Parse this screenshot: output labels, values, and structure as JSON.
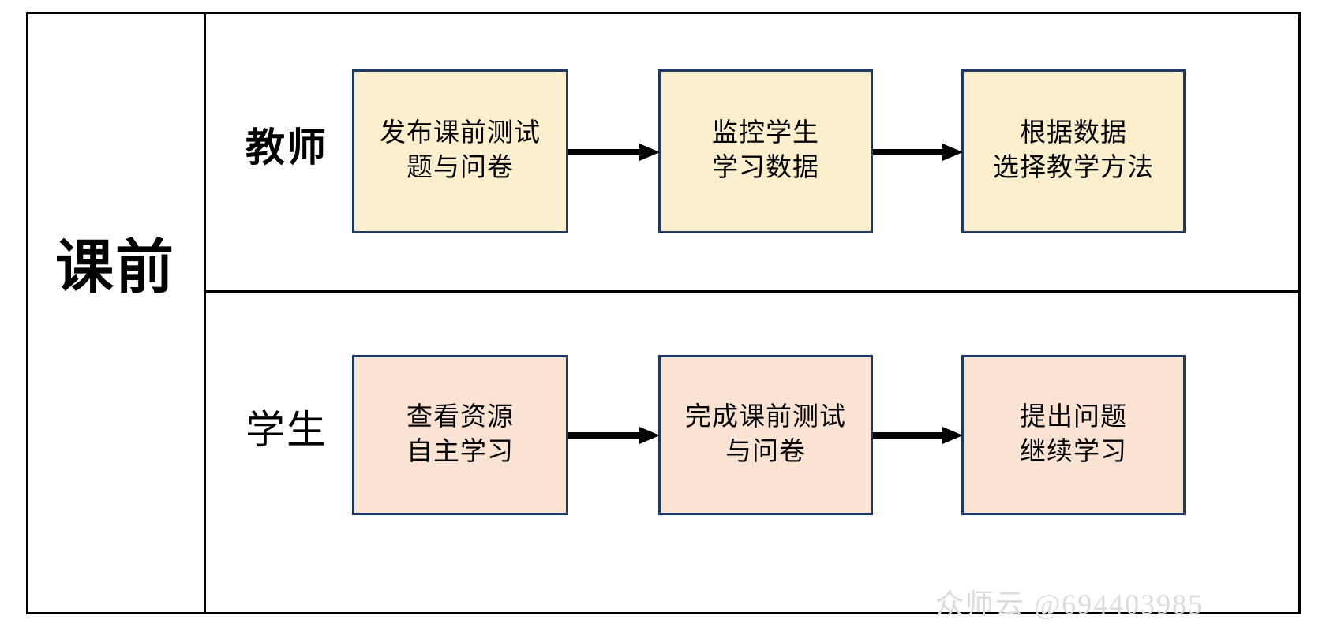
{
  "diagram": {
    "phase": {
      "label": "课前"
    },
    "lanes": [
      {
        "role": "教师",
        "role_style": "bold",
        "color": "#FCEFCD",
        "border_color": "#1F3864",
        "nodes": [
          {
            "text": "发布课前测试\n题与问卷"
          },
          {
            "text": "监控学生\n学习数据"
          },
          {
            "text": "根据数据\n选择教学方法"
          }
        ]
      },
      {
        "role": "学生",
        "role_style": "regular",
        "color": "#FAE3D3",
        "border_color": "#1F3864",
        "nodes": [
          {
            "text": "查看资源\n自主学习"
          },
          {
            "text": "完成课前测试\n与问卷"
          },
          {
            "text": "提出问题\n继续学习"
          }
        ]
      }
    ],
    "arrows": [
      {
        "from": "teacher-node-1",
        "to": "teacher-node-2"
      },
      {
        "from": "teacher-node-2",
        "to": "teacher-node-3"
      },
      {
        "from": "student-node-1",
        "to": "student-node-2"
      },
      {
        "from": "student-node-2",
        "to": "student-node-3"
      }
    ],
    "frame_color": "#000000"
  },
  "watermark": {
    "text": "众师云 @694403985"
  }
}
